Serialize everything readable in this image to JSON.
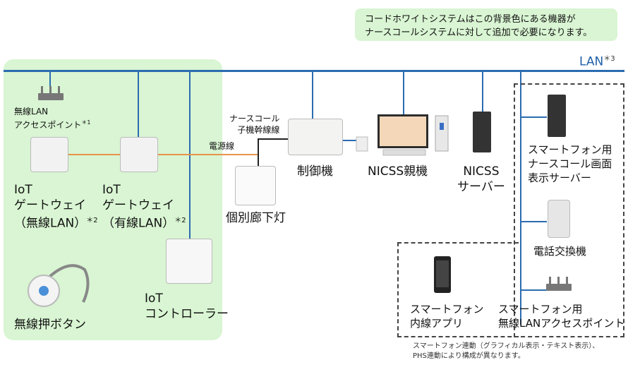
{
  "legend": {
    "line1": "コードホワイトシステムはこの背景色にある機器が",
    "line2": "ナースコールシステムに対して追加で必要になります。"
  },
  "lan": {
    "label": "LAN",
    "mark": "＊3"
  },
  "nodes": {
    "wireless_ap": {
      "line1": "無線LAN",
      "line2": "アクセスポイント",
      "mark": "＊1"
    },
    "gw_wireless": {
      "line1": "IoT",
      "line2": "ゲートウェイ",
      "line3": "（無線LAN）",
      "mark": "＊2"
    },
    "gw_wired": {
      "line1": "IoT",
      "line2": "ゲートウェイ",
      "line3": "（有線LAN）",
      "mark": "＊2"
    },
    "iot_controller": {
      "line1": "IoT",
      "line2": "コントローラー"
    },
    "wireless_button": {
      "label": "無線押ボタン"
    },
    "power_line": {
      "label": "電源線"
    },
    "nurse_trunk": {
      "line1": "ナースコール",
      "line2": "子機幹線線"
    },
    "corridor_light": {
      "label": "個別廊下灯"
    },
    "controller": {
      "label": "制御機"
    },
    "nicss_master": {
      "label": "NICSS親機"
    },
    "nicss_server": {
      "line1": "NICSS",
      "line2": "サーバー"
    },
    "phone_display_server": {
      "line1": "スマートフォン用",
      "line2": "ナースコール画面",
      "line3": "表示サーバー"
    },
    "pbx": {
      "label": "電話交換機"
    },
    "smartphone_app": {
      "line1": "スマートフォン",
      "line2": "内線アプリ"
    },
    "smartphone_ap": {
      "line1": "スマートフォン用",
      "line2": "無線LANアクセスポイント"
    }
  },
  "footnote": {
    "line1": "スマートフォン連動（グラフィカル表示・テキスト表示）、",
    "line2": "PHS連動により構成が異なります。"
  },
  "colors": {
    "green_bg": "#d9f5d3",
    "lan_blue": "#2b6cb0",
    "power_orange": "#e8934a"
  }
}
